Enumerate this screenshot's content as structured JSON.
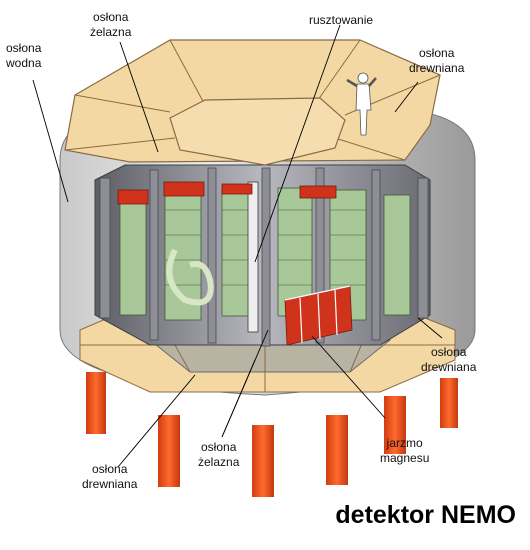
{
  "labels": {
    "oslona_wodna": [
      "osłona",
      "wodna"
    ],
    "oslona_zelazna_top": [
      "osłona",
      "żelazna"
    ],
    "rusztowanie": "rusztowanie",
    "oslona_drewniana_top": [
      "osłona",
      "drewniana"
    ],
    "oslona_drewniana_right": [
      "osłona",
      "drewniana"
    ],
    "jarzmo_magnesu": [
      "jarzmo",
      "magnesu"
    ],
    "oslona_zelazna_bottom": [
      "osłona",
      "żelazna"
    ],
    "oslona_drewniana_bottom": [
      "osłona",
      "drewniana"
    ]
  },
  "title": "detektor NEMO",
  "colors": {
    "wood": "#f4d8a4",
    "wood_edge": "#8b6b45",
    "water_shield": "#dcdcdc",
    "steel": "#8e8e96",
    "red_parts": "#d0331c",
    "orange_legs": "#f0521e",
    "green_modules": "#a9c89a"
  }
}
